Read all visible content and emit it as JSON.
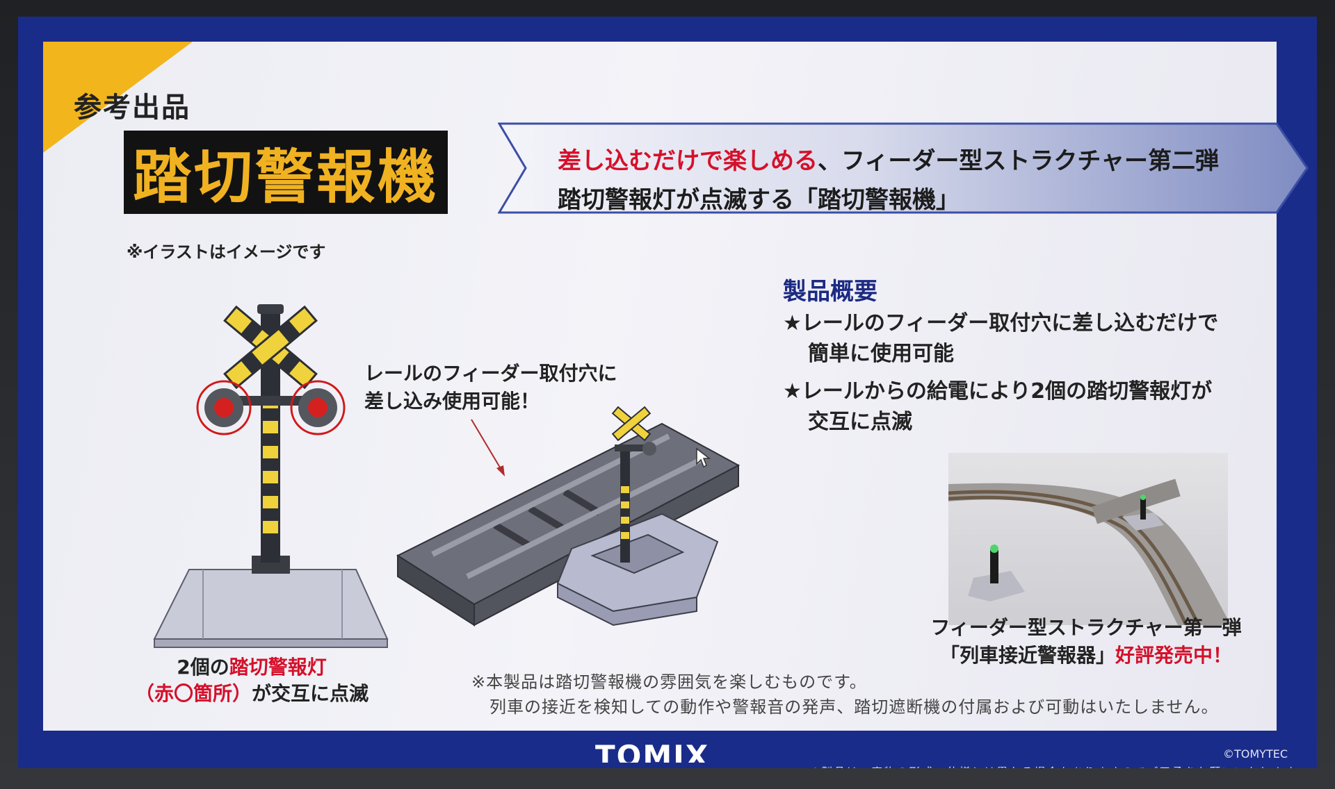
{
  "slide": {
    "ref_label": "参考出品",
    "title": "踏切警報機",
    "illus_note": "※イラストはイメージです",
    "banner": {
      "line1_red": "差し込むだけで楽しめる",
      "line1_rest": "、フィーダー型ストラクチャー第二弾",
      "line2": "踏切警報灯が点滅する「踏切警報機」"
    },
    "track_callout": [
      "レールのフィーダー取付穴に",
      "差し込み使用可能！"
    ],
    "lamp_caption": {
      "l1_pre": "2個の",
      "l1_red": "踏切警報灯",
      "l2_red": "（赤〇箇所）",
      "l2_rest": "が交互に点滅"
    },
    "overview": {
      "title": "製品概要",
      "bullets": [
        {
          "line1": "★レールのフィーダー取付穴に差し込むだけで",
          "line2": "簡単に使用可能"
        },
        {
          "line1": "★レールからの給電により2個の踏切警報灯が",
          "line2": "交互に点滅"
        }
      ]
    },
    "photo_caption": {
      "line1": "フィーダー型ストラクチャー第一弾",
      "line2_pre": "「列車接近警報器」",
      "line2_red": "好評発売中！"
    },
    "disclaimer": {
      "line1": "※本製品は踏切警報機の雰囲気を楽しむものです。",
      "line2": "列車の接近を検知しての動作や警報音の発声、踏切遮断機の付属および可動はいたしません。"
    }
  },
  "footer": {
    "logo": "TOMIX",
    "copyright": "©TOMYTEC",
    "footnote": "※製品は、実物の形式・仕様とは異なる場合もありますのでご了承をお願いいたします。"
  },
  "colors": {
    "frame_blue": "#1a2c8a",
    "accent_yellow": "#f2b51c",
    "title_gold": "#f1b222",
    "emphasis_red": "#d5102a"
  }
}
